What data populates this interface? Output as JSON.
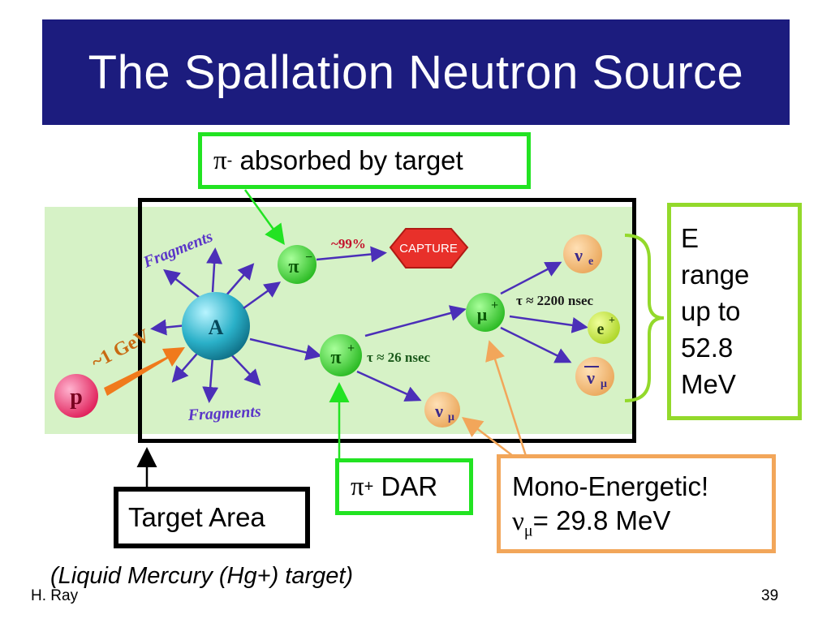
{
  "title": "The Spallation Neutron Source",
  "callouts": {
    "pi_minus": {
      "symbol": "π",
      "sup": "-",
      "text": " absorbed by target"
    },
    "pi_plus": {
      "symbol": "π",
      "sup": "+",
      "text": " DAR"
    },
    "target_area": "Target Area",
    "mono": {
      "line1": "Mono-Energetic!",
      "symbol": "ν",
      "sub": "μ",
      "text": "= 29.8 MeV"
    },
    "energy_range": [
      "E",
      "range",
      "up to",
      "52.8",
      "MeV"
    ]
  },
  "diagram": {
    "proton": "p",
    "beam_energy": "~1 GeV",
    "nucleus": "A",
    "fragments_top": "Fragments",
    "fragments_bottom": "Fragments",
    "pi_minus_label": "π",
    "pi_minus_sup": "−",
    "capture_fraction": "~99%",
    "capture": "CAPTURE",
    "pi_plus_label": "π",
    "pi_plus_sup": "+",
    "pi_lifetime": "τ ≈ 26 nsec",
    "mu_label": "μ",
    "mu_sup": "+",
    "mu_lifetime": "τ ≈ 2200 nsec",
    "nu_mu_from_pi": "ν",
    "nu_mu_from_pi_sub": "μ",
    "nu_e": "ν",
    "nu_e_sub": "e",
    "positron": "e",
    "positron_sup": "+",
    "nu_mu_bar": "ν",
    "nu_mu_bar_sub": "μ"
  },
  "note": "(Liquid Mercury (Hg+) target)",
  "footer": {
    "author": "H. Ray",
    "page": "39"
  },
  "colors": {
    "title_bar": "#1c1c7e",
    "diagram_background": "#d6f2c6",
    "green_callout": "#22e322",
    "orange_callout": "#f2a65a",
    "lime_callout": "#93d92b",
    "arrow": "#4b2fb8",
    "capture": "#e8302a"
  }
}
